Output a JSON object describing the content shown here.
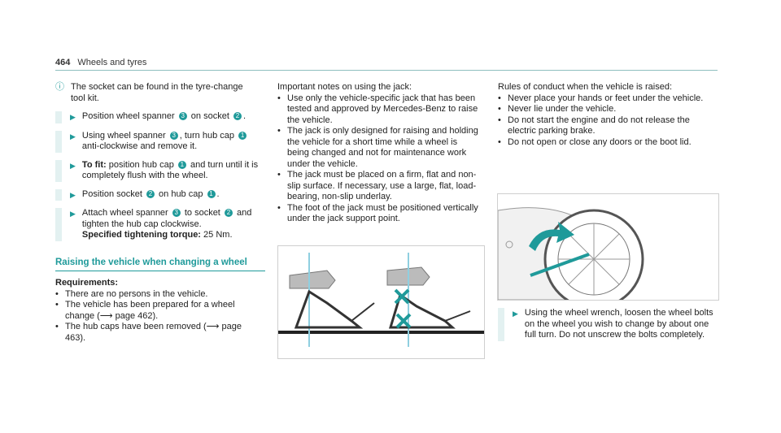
{
  "header": {
    "page_number": "464",
    "title": "Wheels and tyres"
  },
  "col1": {
    "note": "The socket can be found in the tyre-change tool kit.",
    "step1": {
      "a": "Position wheel spanner",
      "b3": "3",
      "c": "on socket",
      "b2": "2",
      "d": "."
    },
    "step2": {
      "a": "Using wheel spanner",
      "b3": "3",
      "c": ", turn hub cap",
      "b1": "1",
      "d": "anti-clockwise and remove it."
    },
    "step3": {
      "lead": "To fit:",
      "a": "position hub cap",
      "b1": "1",
      "c": "and turn until it is completely flush with the wheel."
    },
    "step4": {
      "a": "Position socket",
      "b2": "2",
      "c": "on hub cap",
      "b1": "1",
      "d": "."
    },
    "step5": {
      "a": "Attach wheel spanner",
      "b3": "3",
      "c": "to socket",
      "b2": "2",
      "d": "and tighten the hub cap clockwise.",
      "lead2": "Specified tightening torque:",
      "e": "25 Nm."
    },
    "heading": "Raising the vehicle when changing a wheel",
    "requirements": "Requirements:",
    "req_items": [
      "There are no persons in the vehicle.",
      "The vehicle has been prepared for a wheel change (⟶ page 462).",
      "The hub caps have been removed (⟶ page 463)."
    ]
  },
  "col2": {
    "intro": "Important notes on using the jack:",
    "items": [
      "Use only the vehicle-specific jack that has been tested and approved by Mercedes-Benz to raise the vehicle.",
      "The jack is only designed for raising and holding the vehicle for a short time while a wheel is being changed and not for maintenance work under the vehicle.",
      "The jack must be placed on a firm, flat and non-slip surface. If necessary, use a large, flat, load-bearing, non-slip underlay.",
      "The foot of the jack must be positioned vertically under the jack support point."
    ]
  },
  "col3": {
    "intro": "Rules of conduct when the vehicle is raised:",
    "items": [
      "Never place your hands or feet under the vehicle.",
      "Never lie under the vehicle.",
      "Do not start the engine and do not release the electric parking brake.",
      "Do not open or close any doors or the boot lid."
    ],
    "step": "Using the wheel wrench, loosen the wheel bolts on the wheel you wish to change by about one full turn. Do not unscrew the bolts completely."
  },
  "colors": {
    "accent": "#1f9a9a",
    "bar": "#e3f1f1",
    "warn": "#1f9a9a"
  },
  "icons": {
    "note": "info-circle-icon",
    "step": "triangle-right-icon"
  }
}
